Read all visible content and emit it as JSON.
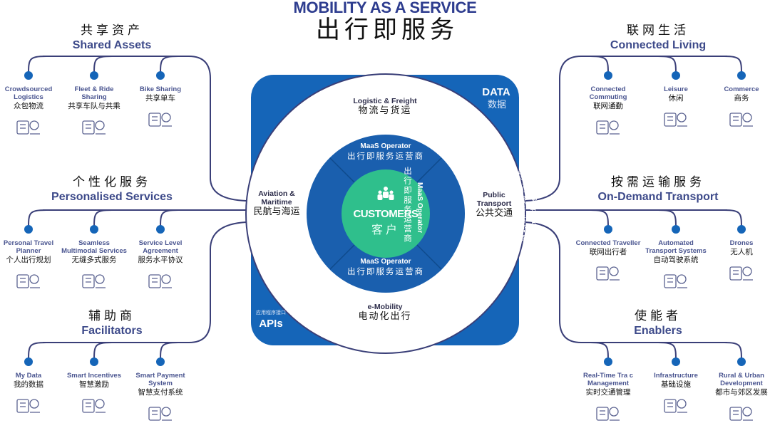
{
  "header": {
    "title_en": "MOBILITY AS A SERVICE",
    "title_zh": "出行即服务"
  },
  "colors": {
    "navy": "#3d4a8a",
    "blue": "#1565b8",
    "green": "#2fbf8c",
    "line": "#3a3f78"
  },
  "center": {
    "data_en": "DATA",
    "data_zh": "数据",
    "apis_en": "APIs",
    "apis_zh": "应用程序接口",
    "ring": {
      "top": {
        "en": "Logistic & Freight",
        "zh": "物流与货运"
      },
      "left": {
        "en": "Aviation & Maritime",
        "zh": "民航与海运"
      },
      "right": {
        "en": "Public Transport",
        "zh": "公共交通"
      },
      "bottom": {
        "en": "e-Mobility",
        "zh": "电动化出行"
      }
    },
    "operator": {
      "en": "MaaS Operator",
      "zh": "出行即服务运营商"
    },
    "customers": {
      "en": "CUSTOMERS",
      "zh": "客户"
    }
  },
  "groups": [
    {
      "zh": "共享资产",
      "en": "Shared Assets",
      "items": [
        {
          "en": "Crowdsourced Logistics",
          "zh": "众包物流",
          "icon": "truck-boxes-icon"
        },
        {
          "en": "Fleet & Ride Sharing",
          "zh": "共享车队与共乘",
          "icon": "car-people-icon"
        },
        {
          "en": "Bike Sharing",
          "zh": "共享单车",
          "icon": "bike-icon"
        }
      ]
    },
    {
      "zh": "个性化服务",
      "en": "Personalised Services",
      "items": [
        {
          "en": "Personal Travel Planner",
          "zh": "个人出行规划",
          "icon": "globe-phone-icon"
        },
        {
          "en": "Seamless Multimodal Services",
          "zh": "无缝多式服务",
          "icon": "train-traffic-light-icon"
        },
        {
          "en": "Service Level Agreement",
          "zh": "服务水平协议",
          "icon": "document-coins-icon"
        }
      ]
    },
    {
      "zh": "辅助商",
      "en": "Facilitators",
      "items": [
        {
          "en": "My Data",
          "zh": "我的数据",
          "icon": "data-icon"
        },
        {
          "en": "Smart Incentives",
          "zh": "智慧激励",
          "icon": "hand-coins-icon"
        },
        {
          "en": "Smart Payment System",
          "zh": "智慧支付系统",
          "icon": "card-phone-icon"
        }
      ]
    },
    {
      "zh": "联网生活",
      "en": "Connected Living",
      "items": [
        {
          "en": "Connected Commuting",
          "zh": "联网通勤",
          "icon": "commuting-icon"
        },
        {
          "en": "Leisure",
          "zh": "休闲",
          "icon": "umbrella-icon"
        },
        {
          "en": "Commerce",
          "zh": "商务",
          "icon": "shopping-bag-icon"
        }
      ]
    },
    {
      "zh": "按需运输服务",
      "en": "On-Demand Transport",
      "items": [
        {
          "en": "Connected Traveller",
          "zh": "联网出行者",
          "icon": "phone-people-icon"
        },
        {
          "en": "Automated Transport Systems",
          "zh": "自动驾驶系统",
          "icon": "autonomous-bus-icon"
        },
        {
          "en": "Drones",
          "zh": "无人机",
          "icon": "drone-icon"
        }
      ]
    },
    {
      "zh": "使能者",
      "en": "Enablers",
      "items": [
        {
          "en": "Real-Time Tra c Management",
          "zh": "实时交通管理",
          "icon": "traffic-light-icon"
        },
        {
          "en": "Infrastructure",
          "zh": "基础设施",
          "icon": "pylon-bridge-icon"
        },
        {
          "en": "Rural & Urban Development",
          "zh": "都市与郊区发展",
          "icon": "buildings-icon"
        }
      ]
    }
  ]
}
